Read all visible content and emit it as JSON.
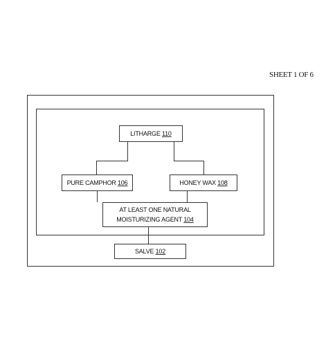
{
  "sheet_label": "SHEET 1 OF 6",
  "boxes": {
    "litharge": {
      "text": "LITHARGE",
      "ref": "110"
    },
    "pure_camphor": {
      "text": "PURE CAMPHOR",
      "ref": "106"
    },
    "honey_wax": {
      "text": "HONEY WAX",
      "ref": "108"
    },
    "moisturizing_agent": {
      "line1": "AT LEAST ONE NATURAL",
      "line2": "MOISTURIZING AGENT",
      "ref": "104"
    },
    "salve": {
      "text": "SALVE",
      "ref": "102"
    }
  },
  "colors": {
    "stroke": "#333333",
    "text": "#111111",
    "background": "#ffffff"
  }
}
